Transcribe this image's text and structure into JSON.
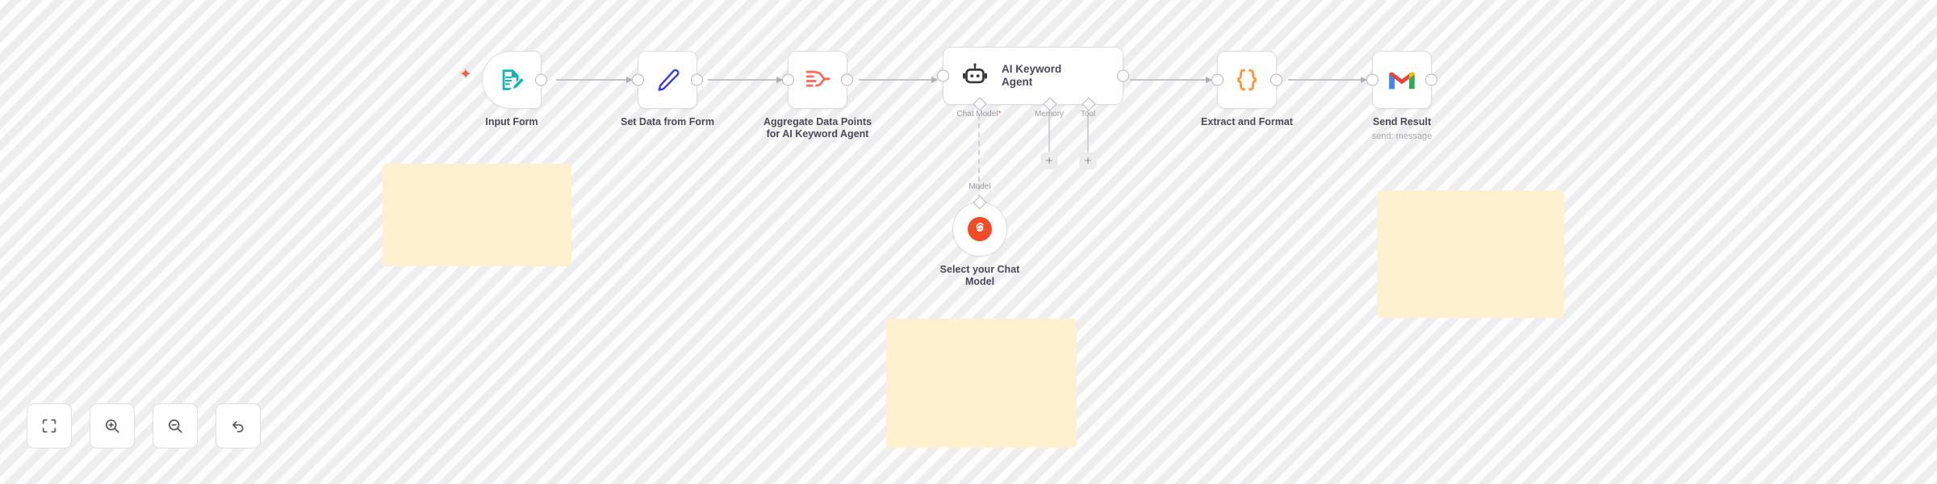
{
  "app": {
    "type": "workflow-canvas",
    "background_color": "#f6f6f6",
    "sticky_color": "#fdf1d0"
  },
  "nodes": [
    {
      "id": "input-form",
      "name": "Input Form",
      "sublabel": "",
      "icon": "form-edit-icon",
      "icon_color": "#16b5ae",
      "shape": "trigger",
      "has_trigger_bolt": true
    },
    {
      "id": "set-data-from-form",
      "name": "Set Data from Form",
      "sublabel": "",
      "icon": "pen-icon",
      "icon_color": "#3c3ce0",
      "shape": "square"
    },
    {
      "id": "aggregate-data-points",
      "name": "Aggregate Data Points\nfor AI Keyword Agent",
      "sublabel": "",
      "icon": "aggregate-icon",
      "icon_color": "#ff6d5a",
      "shape": "square"
    },
    {
      "id": "ai-keyword-agent",
      "name": "AI Keyword\nAgent",
      "sublabel": "",
      "icon": "robot-icon",
      "icon_color": "#3a3a3a",
      "shape": "wide",
      "sub_ports": [
        {
          "label": "Chat Model",
          "required": true,
          "connector": "dashed",
          "has_plus": false
        },
        {
          "label": "Memory",
          "required": false,
          "connector": "solid",
          "has_plus": true
        },
        {
          "label": "Tool",
          "required": false,
          "connector": "solid",
          "has_plus": true
        }
      ]
    },
    {
      "id": "extract-and-format",
      "name": "Extract and Format",
      "sublabel": "",
      "icon": "code-braces-icon",
      "icon_color": "#ff9a3c",
      "shape": "square"
    },
    {
      "id": "send-result",
      "name": "Send Result",
      "sublabel": "send: message",
      "icon": "gmail-icon",
      "icon_color": "#ea4335",
      "shape": "square"
    },
    {
      "id": "select-your-chat-model",
      "name": "Select your Chat\nModel",
      "sublabel": "",
      "icon": "chat-model-badge-icon",
      "icon_color": "#f14c25",
      "shape": "circle",
      "port_label": "Model"
    }
  ],
  "sticky_notes": [
    {
      "id": "sticky-left",
      "text": ""
    },
    {
      "id": "sticky-center",
      "text": ""
    },
    {
      "id": "sticky-right",
      "text": ""
    }
  ],
  "toolbar": {
    "buttons": [
      {
        "id": "fit-view",
        "icon": "fit-to-view-icon",
        "label": "Fit to view"
      },
      {
        "id": "zoom-in",
        "icon": "zoom-in-icon",
        "label": "Zoom in"
      },
      {
        "id": "zoom-out",
        "icon": "zoom-out-icon",
        "label": "Zoom out"
      },
      {
        "id": "reset-zoom",
        "icon": "undo-arrow-icon",
        "label": "Reset zoom"
      }
    ]
  }
}
